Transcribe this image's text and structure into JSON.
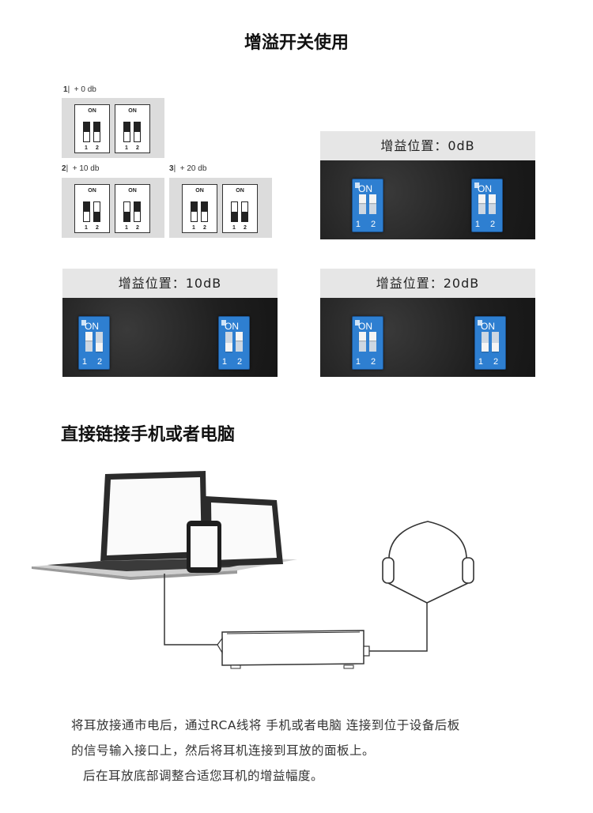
{
  "section1": {
    "title": "增溢开关使用"
  },
  "dip_diagrams": [
    {
      "index": "1",
      "sep": "|",
      "value": "+ 0 db",
      "on": "ON",
      "n1": "1",
      "n2": "2"
    },
    {
      "index": "2",
      "sep": "|",
      "value": "+ 10 db",
      "on": "ON",
      "n1": "1",
      "n2": "2"
    },
    {
      "index": "3",
      "sep": "|",
      "value": "+ 20 db",
      "on": "ON",
      "n1": "1",
      "n2": "2"
    }
  ],
  "gain_photos": [
    {
      "label": "增益位置：0dB",
      "chip_on": "ON",
      "chip_nums": "1 2"
    },
    {
      "label": "增益位置：10dB",
      "chip_on": "ON",
      "chip_nums": "1 2"
    },
    {
      "label": "增益位置：20dB",
      "chip_on": "ON",
      "chip_nums": "1 2"
    }
  ],
  "section2": {
    "title": "直接链接手机或者电脑"
  },
  "instructions": {
    "line1": "将耳放接通市电后，通过RCA线将 手机或者电脑 连接到位于设备后板",
    "line2": "的信号输入接口上，然后将耳机连接到耳放的面板上。",
    "line3": "后在耳放底部调整合适您耳机的增益幅度。"
  },
  "colors": {
    "chip_blue": "#2e7fd1",
    "photo_dark": "#1f1f1f",
    "header_gray": "#e6e6e6",
    "panel_gray": "#dcdcdc"
  }
}
